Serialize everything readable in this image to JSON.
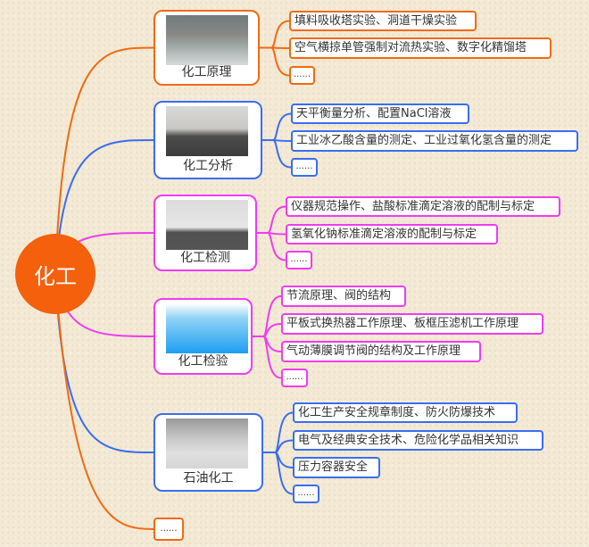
{
  "center": {
    "label": "化工",
    "color": "#f4600c"
  },
  "colors": {
    "orange": "#f26a10",
    "blue": "#3a6ef0",
    "magenta": "#f03cf0"
  },
  "branches": [
    {
      "label": "化工原理",
      "image": "distillation-equipment-image",
      "color": "#f26a10",
      "items": [
        "填料吸收塔实验、洞道干燥实验",
        "空气横掠单管强制对流热实验、数字化精馏塔",
        "......"
      ]
    },
    {
      "label": "化工分析",
      "image": "lab-analyst-image",
      "color": "#3a6ef0",
      "items": [
        "天平衡量分析、配置NaCl溶液",
        "工业冰乙酸含量的测定、工业过氧化氢含量的测定",
        "......"
      ]
    },
    {
      "label": "化工检测",
      "image": "lab-technician-image",
      "color": "#f03cf0",
      "items": [
        "仪器规范操作、盐酸标准滴定溶液的配制与标定",
        "氢氧化钠标准滴定溶液的配制与标定",
        "......"
      ]
    },
    {
      "label": "化工检验",
      "image": "valve-equipment-image",
      "color": "#f03cf0",
      "items": [
        "节流原理、阀的结构",
        "平板式换热器工作原理、板框压滤机工作原理",
        "气动薄膜调节阀的结构及工作原理",
        "......"
      ]
    },
    {
      "label": "石油化工",
      "image": "petrochemical-plant-image",
      "color": "#3a6ef0",
      "items": [
        "化工生产安全规章制度、防火防爆技术",
        "电气及经典安全技术、危险化学品相关知识",
        "压力容器安全",
        "......"
      ]
    }
  ],
  "more": {
    "label": "......",
    "color": "#f26a10"
  }
}
